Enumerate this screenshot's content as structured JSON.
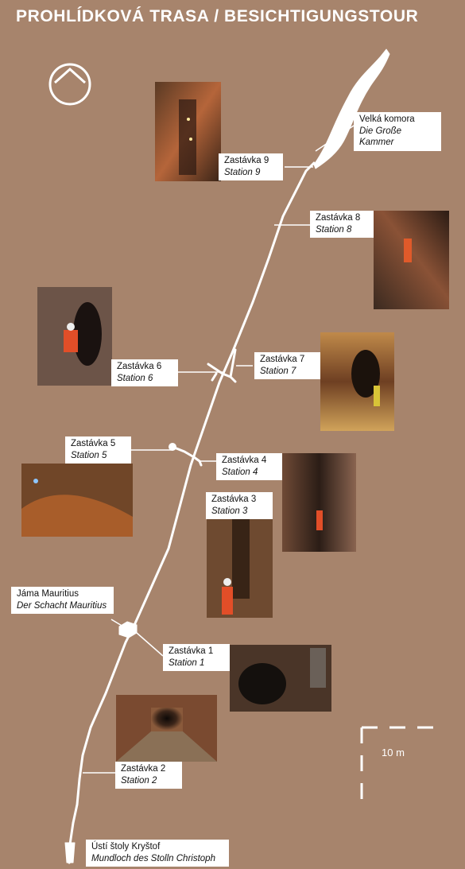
{
  "title": "PROHLÍDKOVÁ TRASA / BESICHTIGUNGSTOUR",
  "scale_label": "10 m",
  "colors": {
    "background": "#a7846c",
    "route": "#ffffff"
  },
  "north_icon": "north-arrow-icon",
  "stations": [
    {
      "id": "chamber",
      "cz": "Velká komora",
      "de": "Die Große Kammer"
    },
    {
      "id": "s9",
      "cz": "Zastávka 9",
      "de": "Station 9"
    },
    {
      "id": "s8",
      "cz": "Zastávka 8",
      "de": "Station 8"
    },
    {
      "id": "s7",
      "cz": "Zastávka 7",
      "de": "Station 7"
    },
    {
      "id": "s6",
      "cz": "Zastávka 6",
      "de": "Station 6"
    },
    {
      "id": "s5",
      "cz": "Zastávka 5",
      "de": "Station 5"
    },
    {
      "id": "s4",
      "cz": "Zastávka 4",
      "de": "Station 4"
    },
    {
      "id": "s3",
      "cz": "Zastávka 3",
      "de": "Station 3"
    },
    {
      "id": "shaft",
      "cz": "Jáma Mauritius",
      "de": "Der Schacht Mauritius"
    },
    {
      "id": "s1",
      "cz": "Zastávka 1",
      "de": "Station 1"
    },
    {
      "id": "s2",
      "cz": "Zastávka 2",
      "de": "Station 2"
    },
    {
      "id": "entrance",
      "cz": "Ústí štoly Kryštof",
      "de": "Mundloch des Stolln Christoph"
    }
  ]
}
